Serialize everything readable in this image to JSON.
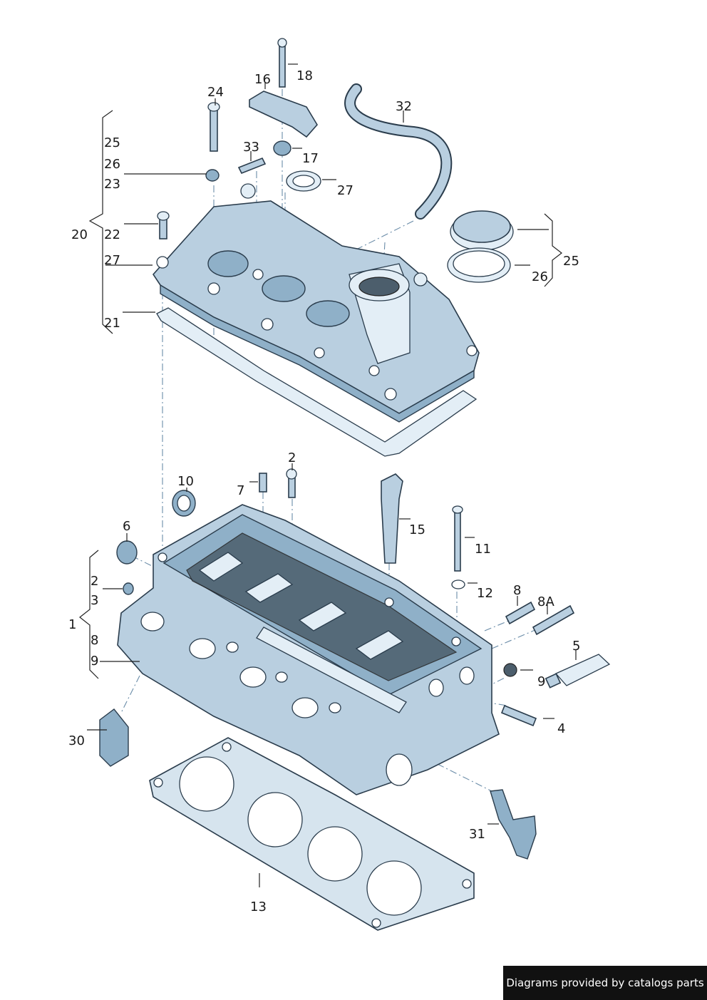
{
  "labels": {
    "l18": "18",
    "l16": "16",
    "l24": "24",
    "l32": "32",
    "l33": "33",
    "l17": "17",
    "l27a": "27",
    "l25a": "25",
    "l26a": "26",
    "l23": "23",
    "l20": "20",
    "l22": "22",
    "l27b": "27",
    "l21": "21",
    "l25b": "25",
    "l26b": "26",
    "l2a": "2",
    "l10": "10",
    "l7": "7",
    "l15": "15",
    "l11": "11",
    "l6": "6",
    "l2b": "2",
    "l3": "3",
    "l1": "1",
    "l8a": "8",
    "l9a": "9",
    "l12": "12",
    "l8b": "8",
    "l8A": "8A",
    "l5": "5",
    "l9b": "9",
    "l4": "4",
    "l30": "30",
    "l31": "31",
    "l13": "13"
  },
  "footer": {
    "text": "Diagrams provided by catalogs parts"
  }
}
